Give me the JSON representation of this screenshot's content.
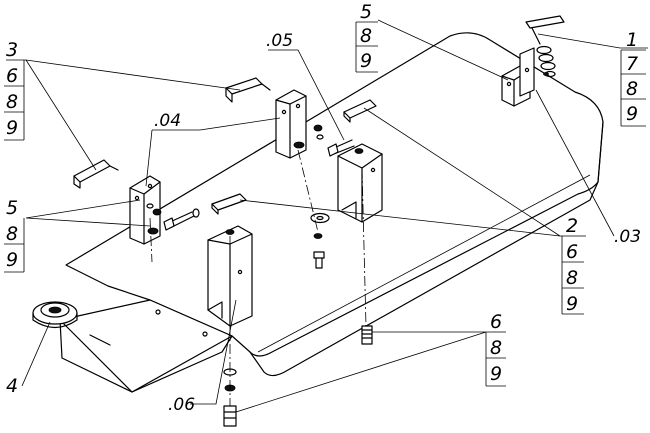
{
  "callouts": {
    "top_right": [
      "1",
      "7",
      "8",
      "9"
    ],
    "top_mid": [
      "5",
      "8",
      "9"
    ],
    "top_left": [
      "3",
      "6",
      "8",
      "9"
    ],
    "left_mid": [
      "5",
      "8",
      "9"
    ],
    "right_mid": [
      "2",
      "6",
      "8",
      "9"
    ],
    "bottom_right": [
      "6",
      "8",
      "9"
    ],
    "item4": "4",
    "ref03": ".03",
    "ref04": ".04",
    "ref05": ".05",
    "ref06": ".06"
  }
}
